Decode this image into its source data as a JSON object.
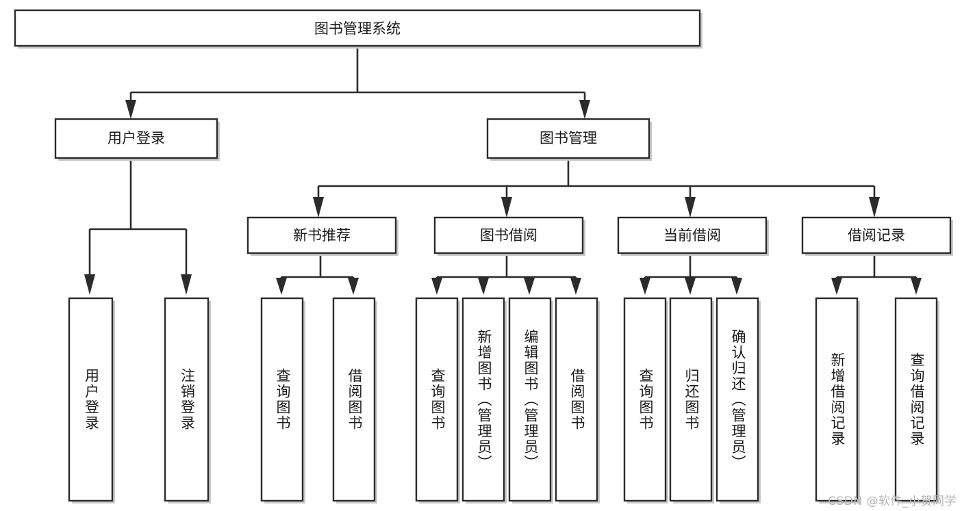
{
  "diagram": {
    "type": "tree-hierarchy",
    "title": "图书管理系统",
    "watermark": "CSDN @软件_小贺同学",
    "colors": {
      "box_stroke": "#2b2b2b",
      "box_fill": "#ffffff",
      "connector": "#2b2b2b",
      "watermark": "#b4b4b4",
      "background": "#ffffff"
    },
    "root": {
      "label": "图书管理系统"
    },
    "level2": [
      {
        "id": "user-login",
        "label": "用户登录"
      },
      {
        "id": "book-management",
        "label": "图书管理"
      }
    ],
    "level3": [
      {
        "id": "new-book-recommend",
        "label": "新书推荐",
        "parent": "book-management"
      },
      {
        "id": "book-borrow",
        "label": "图书借阅",
        "parent": "book-management"
      },
      {
        "id": "current-borrow",
        "label": "当前借阅",
        "parent": "book-management"
      },
      {
        "id": "borrow-record",
        "label": "借阅记录",
        "parent": "book-management"
      }
    ],
    "leaves": {
      "user-login": [
        {
          "id": "leaf-user-login",
          "label": "用户登录"
        },
        {
          "id": "leaf-logout-login",
          "label": "注销登录"
        }
      ],
      "new-book-recommend": [
        {
          "id": "leaf-query-book-1",
          "label": "查询图书"
        },
        {
          "id": "leaf-borrow-book-1",
          "label": "借阅图书"
        }
      ],
      "book-borrow": [
        {
          "id": "leaf-query-book-2",
          "label": "查询图书"
        },
        {
          "id": "leaf-add-book",
          "label": "新增图书（管理员）"
        },
        {
          "id": "leaf-edit-book",
          "label": "编辑图书（管理员）"
        },
        {
          "id": "leaf-borrow-book-2",
          "label": "借阅图书"
        }
      ],
      "current-borrow": [
        {
          "id": "leaf-query-book-3",
          "label": "查询图书"
        },
        {
          "id": "leaf-return-book",
          "label": "归还图书"
        },
        {
          "id": "leaf-confirm-return",
          "label": "确认归还（管理员）"
        }
      ],
      "borrow-record": [
        {
          "id": "leaf-add-record",
          "label": "新增借阅记录"
        },
        {
          "id": "leaf-query-record",
          "label": "查询借阅记录"
        }
      ]
    }
  }
}
